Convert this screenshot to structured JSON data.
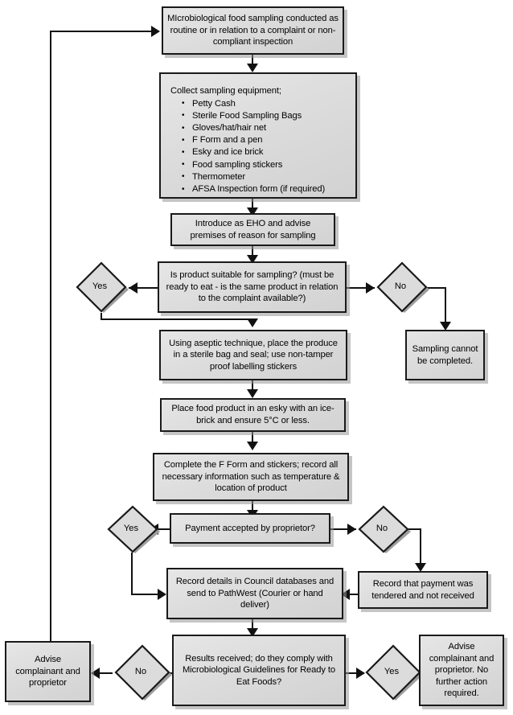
{
  "diagram": {
    "title": "Microbiological Food Sampling Procedure Flowchart",
    "type": "flowchart",
    "colors": {
      "node_fill": "#dcdcdc",
      "node_border": "#1a1a1a",
      "connector": "#111111",
      "shadow": "#969696",
      "background": "#ffffff"
    }
  },
  "nodes": {
    "start": {
      "label": "MIcrobiological food sampling conducted as routine or in relation to a complaint or non-compliant inspection",
      "shape": "process"
    },
    "equipment": {
      "lead": "Collect sampling equipment;",
      "shape": "process",
      "items": [
        "Petty Cash",
        "Sterile Food Sampling Bags",
        "Gloves/hat/hair net",
        "F Form and a pen",
        "Esky and ice brick",
        "Food sampling stickers",
        "Thermometer",
        "AFSA Inspection form (if required)"
      ]
    },
    "introduce": {
      "label": "Introduce as EHO and advise premises of reason for sampling",
      "shape": "process"
    },
    "suitable_decision": {
      "label": "Is product suitable for sampling? (must be ready to eat - is the same product in relation to the complaint available?)",
      "shape": "process"
    },
    "suitable_yes": {
      "label": "Yes",
      "shape": "decision"
    },
    "suitable_no": {
      "label": "No",
      "shape": "decision"
    },
    "cannot_complete": {
      "label": "Sampling cannot be completed.",
      "shape": "process"
    },
    "aseptic": {
      "label": "Using aseptic technique, place the produce in a sterile bag and seal; use non-tamper proof labelling stickers",
      "shape": "process"
    },
    "esky": {
      "label": "Place food product in an esky with an ice-brick and ensure 5°C or less.",
      "shape": "process"
    },
    "fform": {
      "label": "Complete the F Form and stickers; record all necessary information such as temperature & location of product",
      "shape": "process"
    },
    "payment_decision": {
      "label": "Payment accepted by proprietor?",
      "shape": "process"
    },
    "payment_yes": {
      "label": "Yes",
      "shape": "decision"
    },
    "payment_no": {
      "label": "No",
      "shape": "decision"
    },
    "record_council": {
      "label": "Record details in Council databases and send to PathWest (Courier or hand deliver)",
      "shape": "process"
    },
    "record_not_received": {
      "label": "Record that payment was tendered and not received",
      "shape": "process"
    },
    "results_decision": {
      "label": "Results received; do they comply with Microbiological Guidelines for Ready to Eat Foods?",
      "shape": "process"
    },
    "results_no": {
      "label": "No",
      "shape": "decision"
    },
    "results_yes": {
      "label": "Yes",
      "shape": "decision"
    },
    "advise_left": {
      "label": "Advise complainant and proprietor",
      "shape": "process"
    },
    "advise_right": {
      "label": "Advise complainant and proprietor. No further action required.",
      "shape": "process"
    }
  }
}
